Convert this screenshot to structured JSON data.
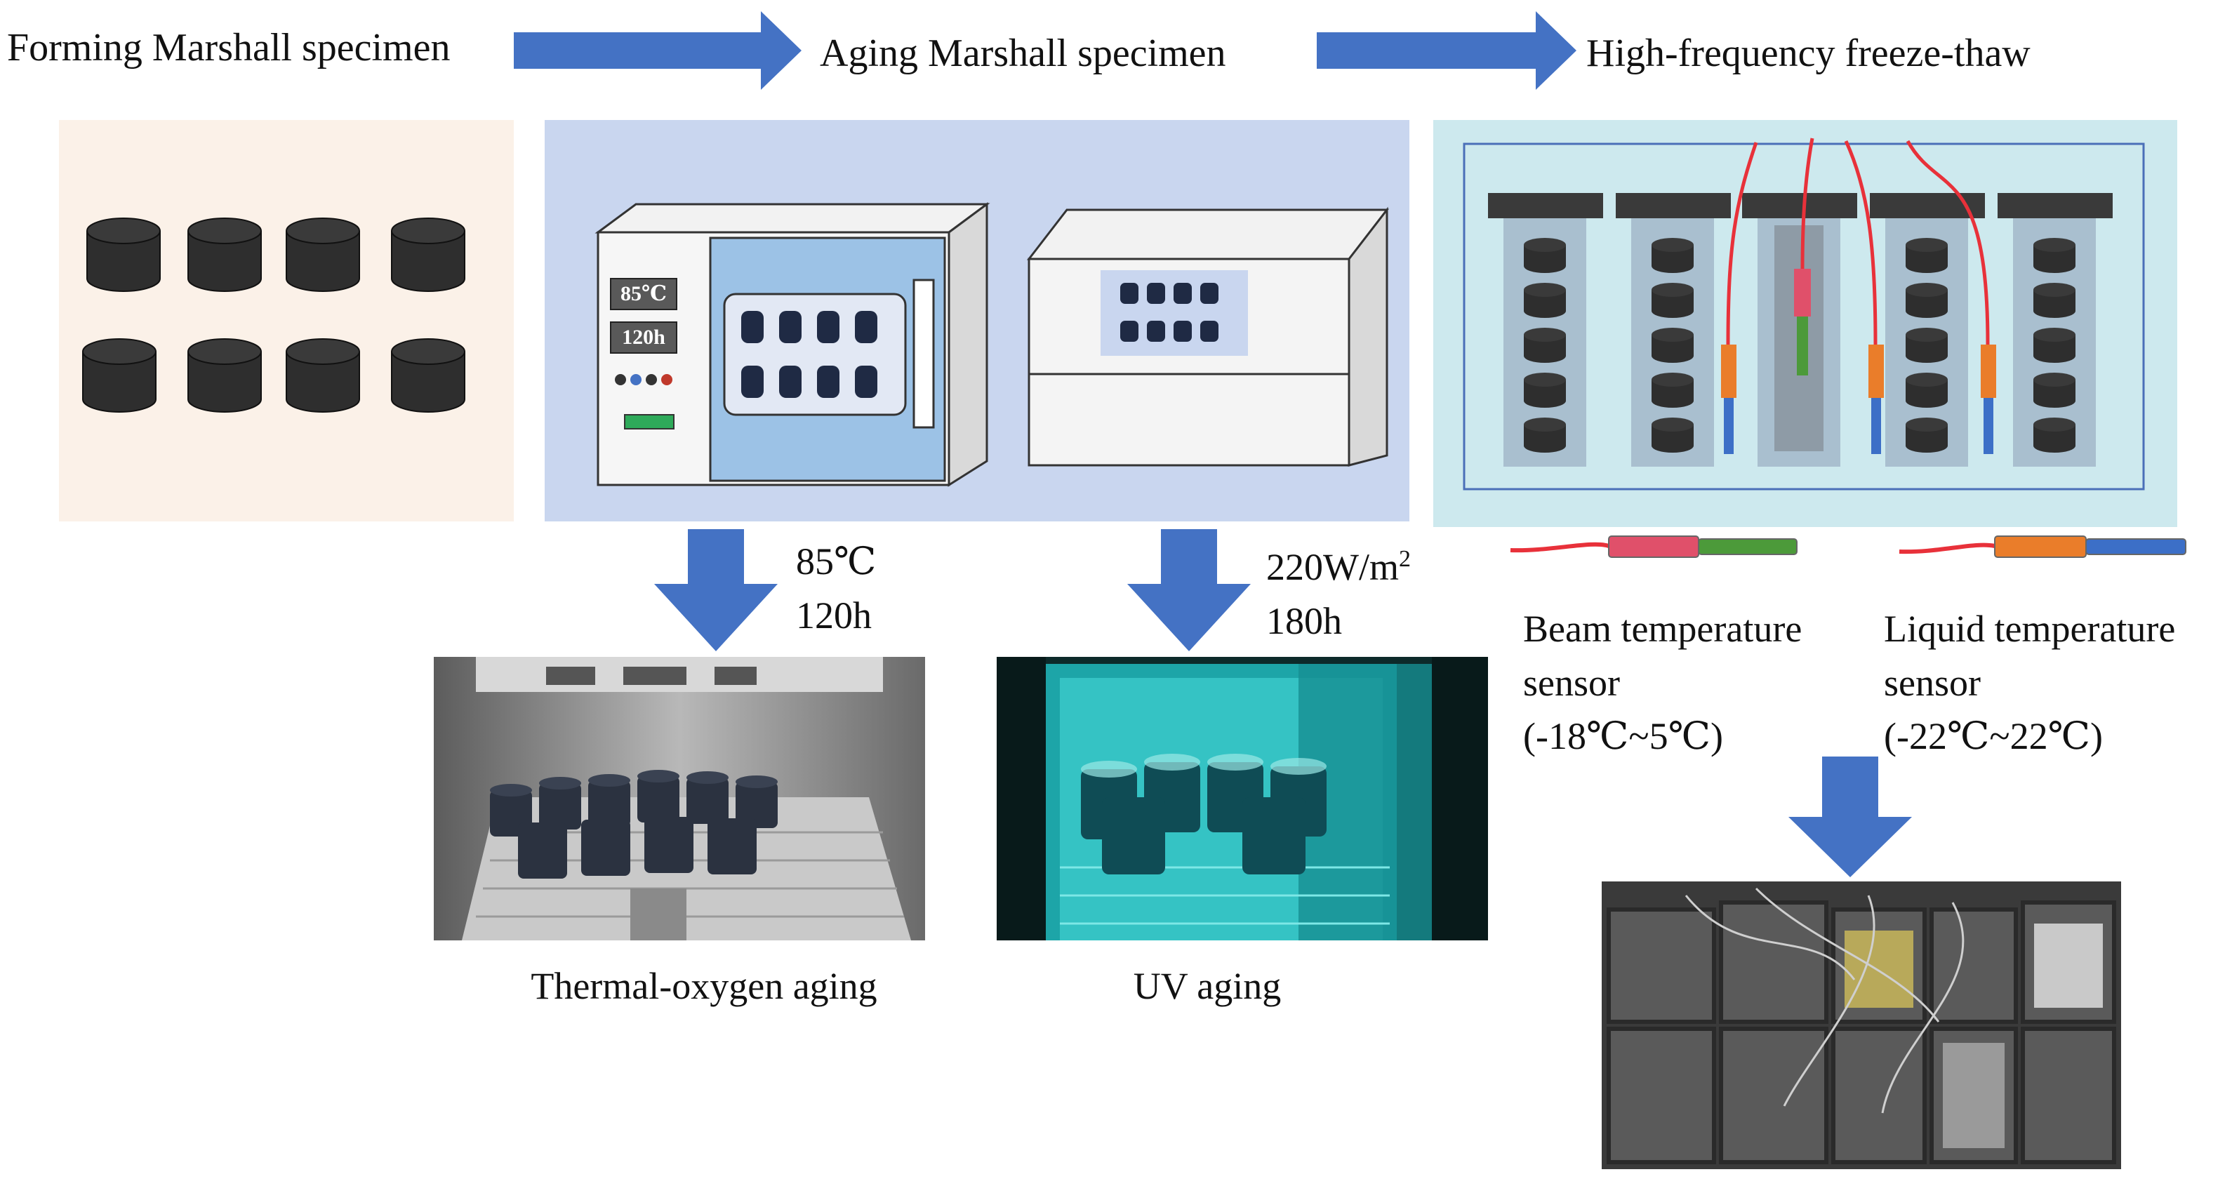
{
  "steps": {
    "forming": "Forming Marshall specimen",
    "aging": "Aging Marshall specimen",
    "freeze_thaw": "High-frequency freeze-thaw"
  },
  "oven": {
    "temp_display": "85℃",
    "time_display": "120h"
  },
  "thermal": {
    "temp": "85℃",
    "time": "120h",
    "caption": "Thermal-oxygen aging"
  },
  "uv": {
    "irradiance_value": "220W/m",
    "irradiance_exp": "2",
    "time": "180h",
    "caption": "UV aging"
  },
  "sensors": {
    "beam": {
      "line1": "Beam temperature",
      "line2": "sensor",
      "range": "(-18℃~5℃)"
    },
    "liquid": {
      "line1": "Liquid temperature",
      "line2": "sensor",
      "range": "(-22℃~22℃)"
    }
  },
  "colors": {
    "arrow_blue": "#4472c4",
    "forming_panel": "#fbf1e8",
    "aging_panel": "#c9d6ef",
    "freeze_thaw_panel": "#cde9ee",
    "specimen": "#2e2e2e",
    "sensor_red_wire": "#e8313a",
    "beam_sensor_pink": "#e0506a",
    "beam_sensor_green": "#4c9a3a",
    "liquid_sensor_orange": "#ea7d2a",
    "liquid_sensor_blue": "#3c6fc7"
  }
}
